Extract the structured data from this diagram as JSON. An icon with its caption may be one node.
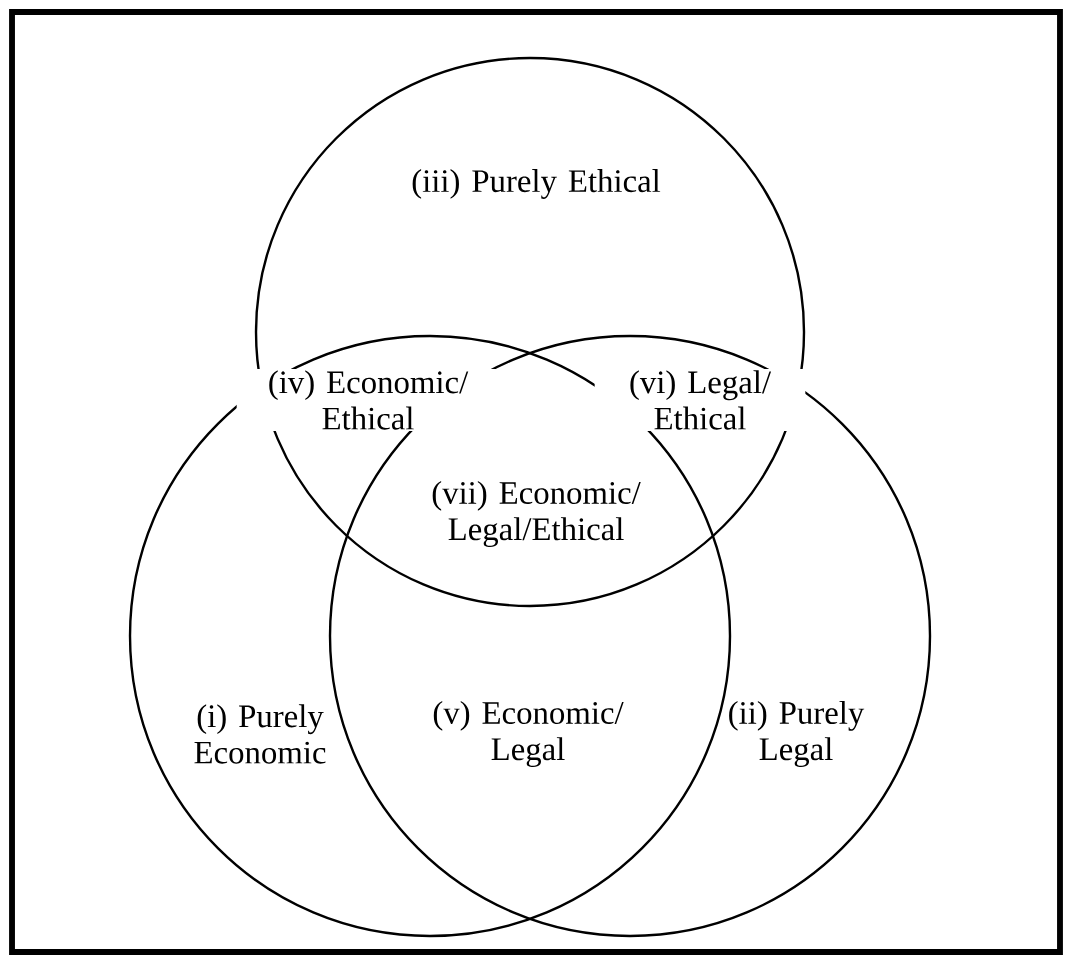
{
  "diagram": {
    "nodes": [
      {
        "text": [
          "(iii) Purely Ethical"
        ]
      },
      {
        "text": [
          "(i) Purely Economic"
        ]
      },
      {
        "text": [
          "(ii) Purely Legal"
        ]
      }
    ],
    "labels": [
      "(iv) Economic/ Ethical",
      "(vi) Legal/ Ethical",
      "(vii) Economic/ Legal/Ethical",
      "(v) Economic/ Legal"
    ]
  }
}
